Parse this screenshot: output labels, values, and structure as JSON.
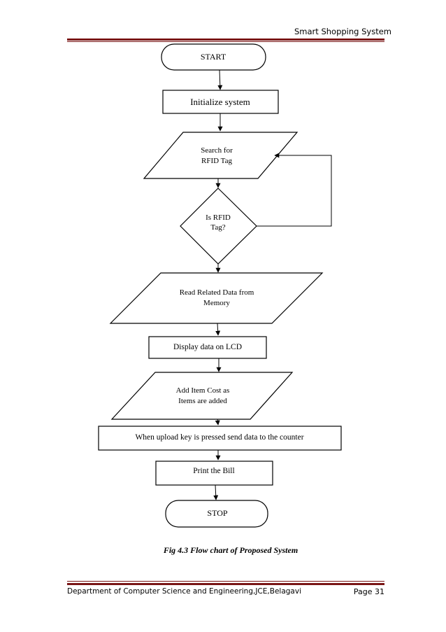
{
  "header": {
    "title": "Smart Shopping System"
  },
  "flowchart": {
    "nodes": {
      "start": "START",
      "init": "Initialize system",
      "search": [
        "Search for",
        "RFID Tag"
      ],
      "decision": [
        "Is RFID",
        "Tag?"
      ],
      "read": [
        "Read Related Data from",
        "Memory"
      ],
      "display": "Display data on LCD",
      "add": [
        "Add Item Cost as",
        "Items are added"
      ],
      "upload": "When upload key is pressed send data to the counter",
      "print": "Print the Bill",
      "stop": "STOP"
    },
    "caption": "Fig 4.3 Flow chart of Proposed System"
  },
  "footer": {
    "department": "Department of Computer Science and Engineering,JCE,Belagavi",
    "page": "Page 31"
  }
}
